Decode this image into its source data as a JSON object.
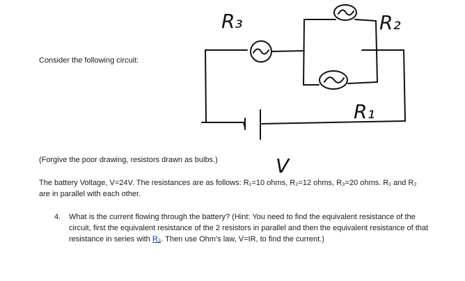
{
  "intro": "Consider the following circuit:",
  "forgive_note": "(Forgive the poor drawing, resistors drawn as bulbs.)",
  "values_text": "The battery Voltage, V=24V. The resistances are as follows: R₁=10 ohms, R₂=12 ohms, R₃=20 ohms. R₁ and R₂ are in parallel with each other.",
  "question": {
    "number": "4.",
    "text_before": "What is the current flowing through the battery? (Hint: You need to find the equivalent resistance of the circuit, first the equivalent resistance of the 2 resistors in parallel and then the equivalent resistance of that resistance in series with ",
    "r3_label": "R₃",
    "text_after": ". Then use Ohm’s law, V=IR, to find the current.)"
  },
  "circuit_labels": {
    "r3": "R₃",
    "r2": "R₂",
    "r1": "R₁",
    "v": "V"
  }
}
